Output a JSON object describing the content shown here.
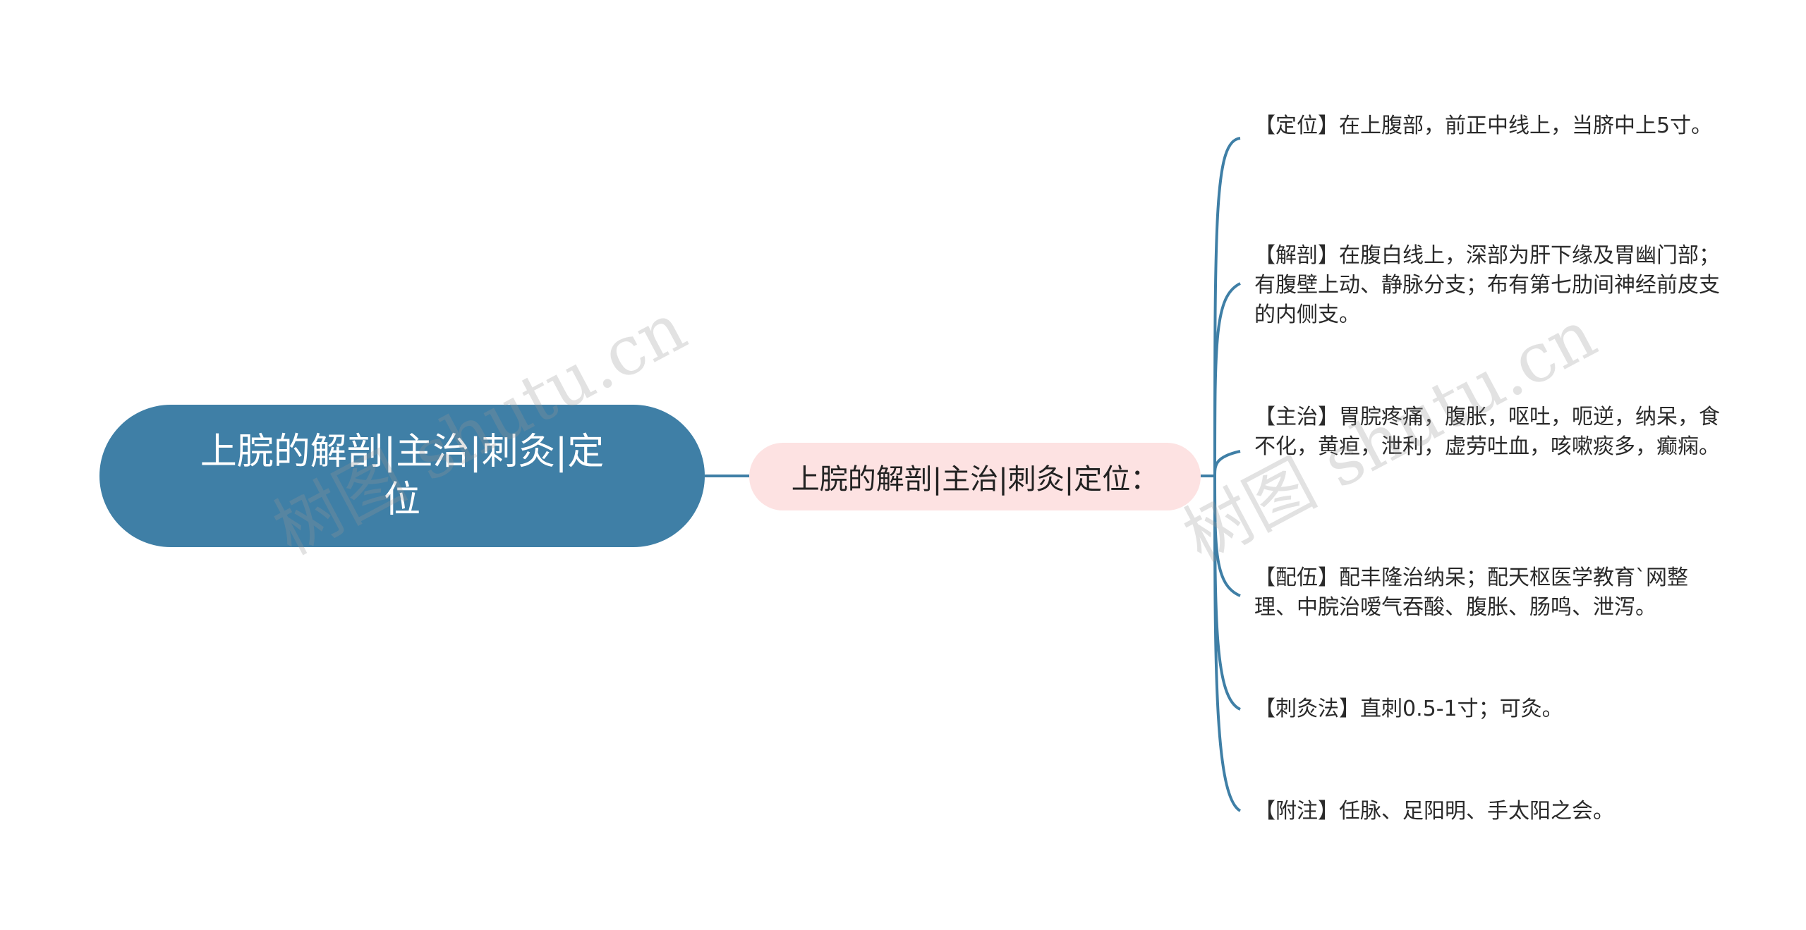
{
  "root": {
    "label": "上脘的解剖|主治|刺灸|定位"
  },
  "branch": {
    "label": "上脘的解剖|主治|刺灸|定位："
  },
  "leaves": [
    {
      "text": "【定位】在上腹部，前正中线上，当脐中上5寸。"
    },
    {
      "text": "【解剖】在腹白线上，深部为肝下缘及胃幽门部；有腹壁上动、静脉分支；布有第七肋间神经前皮支的内侧支。"
    },
    {
      "text": "【主治】胃脘疼痛，腹胀，呕吐，呃逆，纳呆，食不化，黄疸，泄利，虚劳吐血，咳嗽痰多，癫痫。"
    },
    {
      "text": "【配伍】配丰隆治纳呆；配天枢医学教育`网整理、中脘治嗳气吞酸、腹胀、肠鸣、泄泻。"
    },
    {
      "text": "【刺灸法】直刺0.5-1寸；可灸。"
    },
    {
      "text": "【附注】任脉、足阳明、手太阳之会。"
    }
  ],
  "watermarks": [
    "树图 shutu.cn",
    "树图 shutu.cn"
  ],
  "colors": {
    "root_fill": "#3f7fa6",
    "branch_fill": "#fde2e2",
    "connector": "#3f7fa6"
  }
}
